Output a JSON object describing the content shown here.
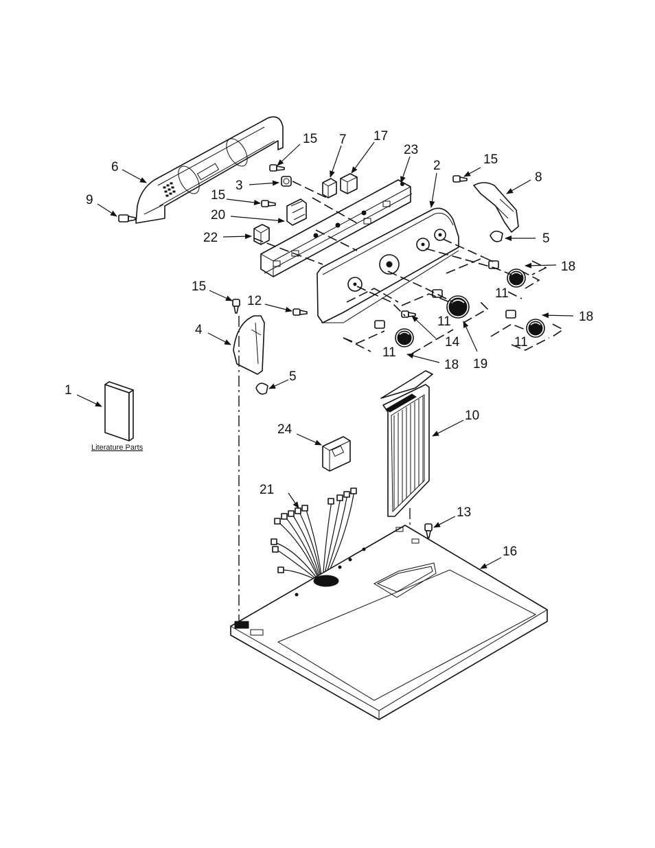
{
  "diagram": {
    "literature_label": "Literature Parts",
    "callouts": [
      {
        "id": "c1",
        "text": "1"
      },
      {
        "id": "c2",
        "text": "2"
      },
      {
        "id": "c3",
        "text": "3"
      },
      {
        "id": "c4",
        "text": "4"
      },
      {
        "id": "c5a",
        "text": "5"
      },
      {
        "id": "c5b",
        "text": "5"
      },
      {
        "id": "c6",
        "text": "6"
      },
      {
        "id": "c7",
        "text": "7"
      },
      {
        "id": "c8",
        "text": "8"
      },
      {
        "id": "c9",
        "text": "9"
      },
      {
        "id": "c10",
        "text": "10"
      },
      {
        "id": "c11a",
        "text": "11"
      },
      {
        "id": "c11b",
        "text": "11"
      },
      {
        "id": "c11c",
        "text": "11"
      },
      {
        "id": "c11d",
        "text": "11"
      },
      {
        "id": "c12",
        "text": "12"
      },
      {
        "id": "c13",
        "text": "13"
      },
      {
        "id": "c14",
        "text": "14"
      },
      {
        "id": "c15a",
        "text": "15"
      },
      {
        "id": "c15b",
        "text": "15"
      },
      {
        "id": "c15c",
        "text": "15"
      },
      {
        "id": "c15d",
        "text": "15"
      },
      {
        "id": "c16",
        "text": "16"
      },
      {
        "id": "c17",
        "text": "17"
      },
      {
        "id": "c18a",
        "text": "18"
      },
      {
        "id": "c18b",
        "text": "18"
      },
      {
        "id": "c18c",
        "text": "18"
      },
      {
        "id": "c19",
        "text": "19"
      },
      {
        "id": "c20",
        "text": "20"
      },
      {
        "id": "c21",
        "text": "21"
      },
      {
        "id": "c22",
        "text": "22"
      },
      {
        "id": "c23",
        "text": "23"
      },
      {
        "id": "c24",
        "text": "24"
      }
    ]
  }
}
